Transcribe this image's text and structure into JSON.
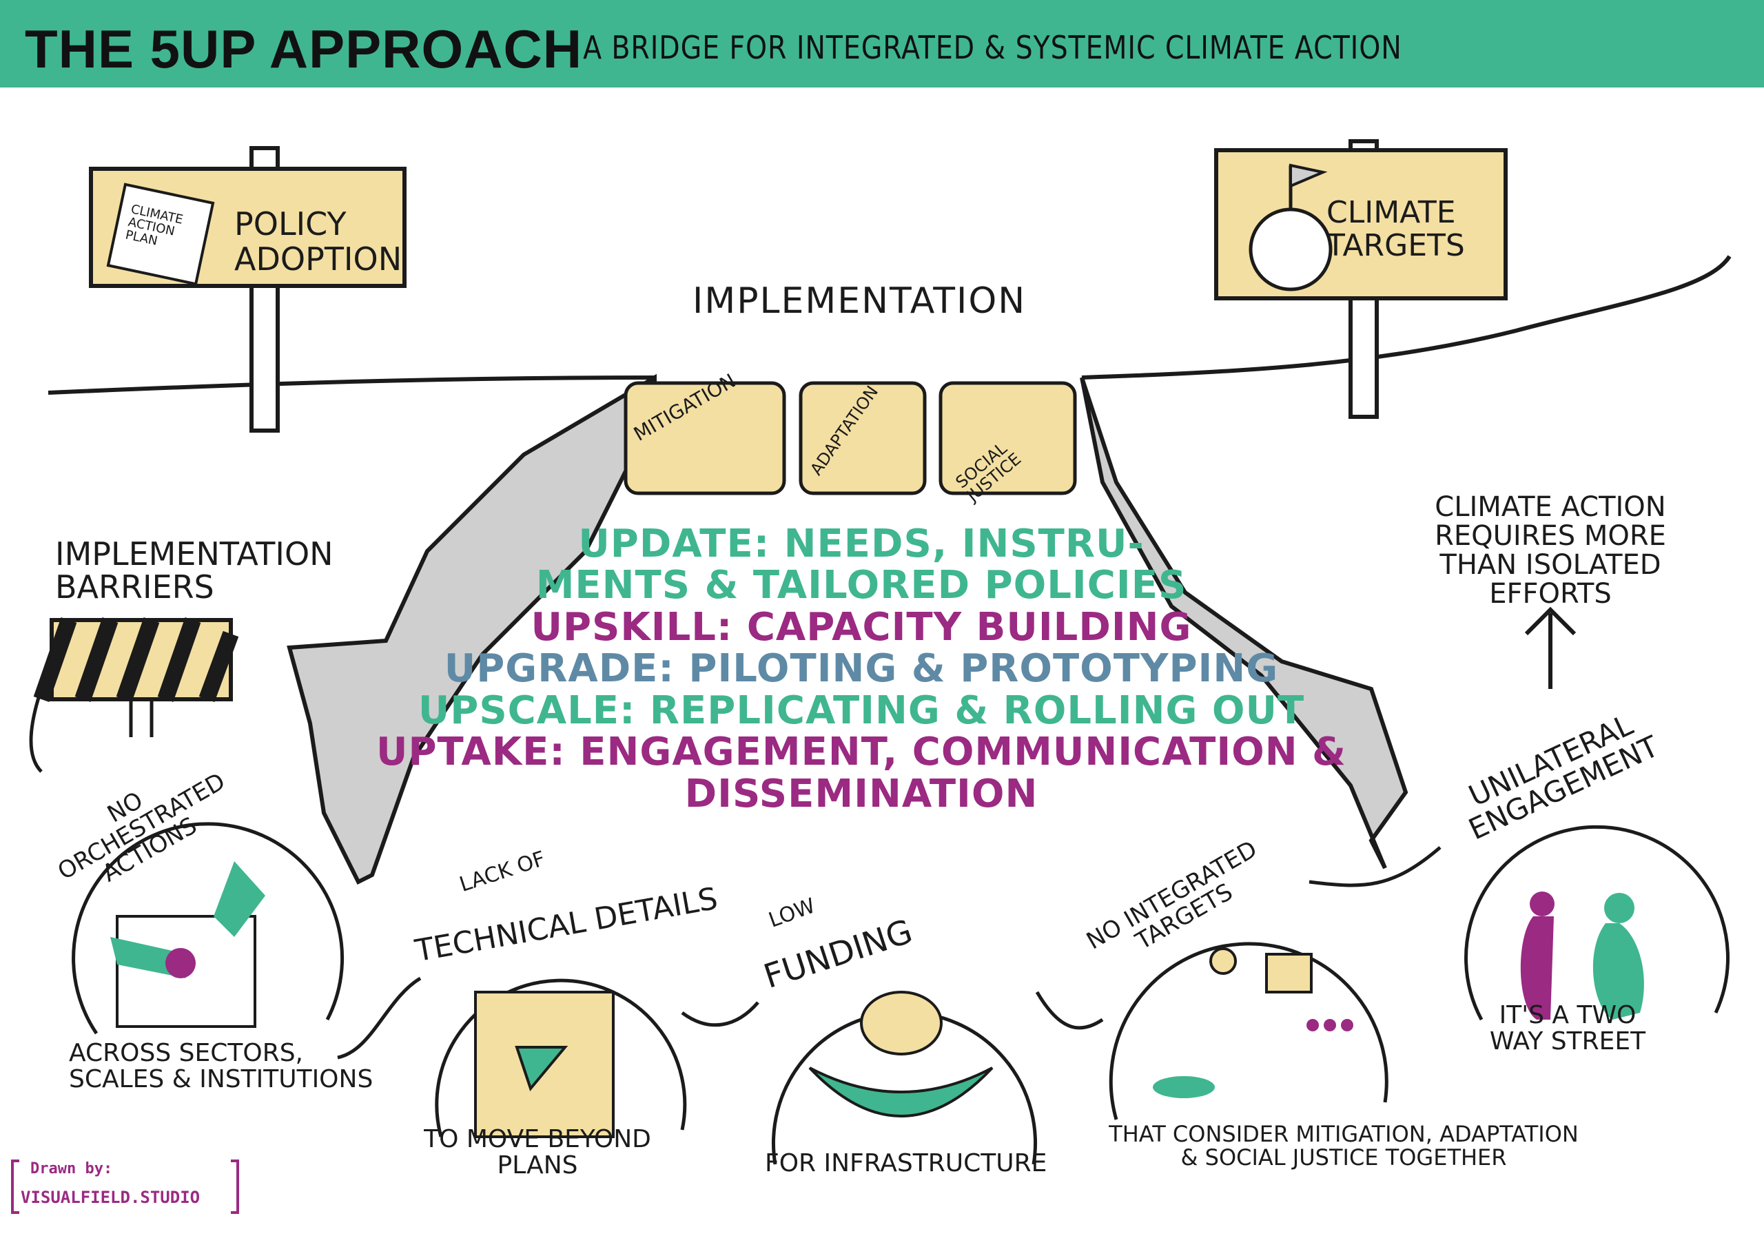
{
  "header": {
    "title": "THE 5UP APPROACH",
    "subtitle": "– A BRIDGE FOR INTEGRATED & SYSTEMIC CLIMATE ACTION"
  },
  "signs": {
    "left": "POLICY ADOPTION",
    "left_doc": "CLIMATE ACTION PLAN",
    "right": "CLIMATE TARGETS"
  },
  "implementation": "IMPLEMENTATION",
  "planks": [
    "MITIGATION",
    "ADAPTATION",
    "SOCIAL JUSTICE"
  ],
  "steps": [
    {
      "text": "UPDATE: NEEDS, INSTRU-",
      "color": "#3fb68f"
    },
    {
      "text": "MENTS & TAILORED POLICIES",
      "color": "#3fb68f"
    },
    {
      "text": "UPSKILL: CAPACITY BUILDING",
      "color": "#9b2a82"
    },
    {
      "text": "UPGRADE: PILOTING & PROTOTYPING",
      "color": "#5f8aa6"
    },
    {
      "text": "UPSCALE: REPLICATING & ROLLING OUT",
      "color": "#3fb68f"
    },
    {
      "text": "UPTAKE: ENGAGEMENT, COMMUNICATION &",
      "color": "#9b2a82"
    },
    {
      "text": "DISSEMINATION",
      "color": "#9b2a82"
    }
  ],
  "barriers": {
    "heading": "IMPLEMENTATION BARRIERS",
    "no_orchestrated": "NO ORCHESTRATED ACTIONS",
    "across": "ACROSS SECTORS, SCALES & INSTITUTIONS",
    "lack_of": "LACK OF",
    "technical": "TECHNICAL DETAILS",
    "beyond": "TO MOVE BEYOND PLANS",
    "low": "LOW",
    "funding": "FUNDING",
    "infrastructure": "FOR INFRASTRUCTURE",
    "no_integrated": "NO INTEGRATED TARGETS",
    "consider": "THAT CONSIDER MITIGATION, ADAPTATION & SOCIAL JUSTICE TOGETHER",
    "unilateral": "UNILATERAL ENGAGEMENT",
    "two_way": "IT'S A TWO WAY STREET",
    "requires": "CLIMATE ACTION REQUIRES MORE THAN ISOLATED EFFORTS"
  },
  "credit": {
    "line1": "Drawn by:",
    "line2": "VISUALFIELD.STUDIO"
  },
  "colors": {
    "green": "#3fb68f",
    "purple": "#9b2a82",
    "blue": "#5f8aa6",
    "sign": "#f3dfa2",
    "rock": "#cfcfcf"
  }
}
